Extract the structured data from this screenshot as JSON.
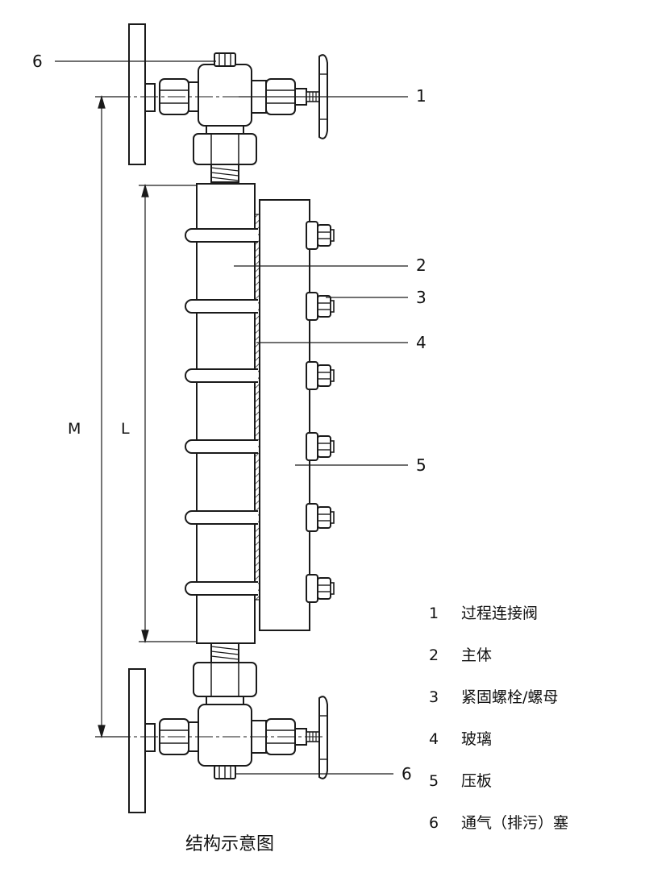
{
  "callouts": {
    "c1": "1",
    "c2": "2",
    "c3": "3",
    "c4": "4",
    "c5": "5",
    "c6_top": "6",
    "c6_bottom": "6"
  },
  "dimensions": {
    "m": "M",
    "l": "L"
  },
  "legend": [
    {
      "num": "1",
      "text": "过程连接阀"
    },
    {
      "num": "2",
      "text": "主体"
    },
    {
      "num": "3",
      "text": "紧固螺栓/螺母"
    },
    {
      "num": "4",
      "text": "玻璃"
    },
    {
      "num": "5",
      "text": "压板"
    },
    {
      "num": "6",
      "text": "通气（排污）塞"
    }
  ],
  "caption": "结构示意图",
  "colors": {
    "line": "#1a1a1a",
    "background": "#ffffff"
  }
}
